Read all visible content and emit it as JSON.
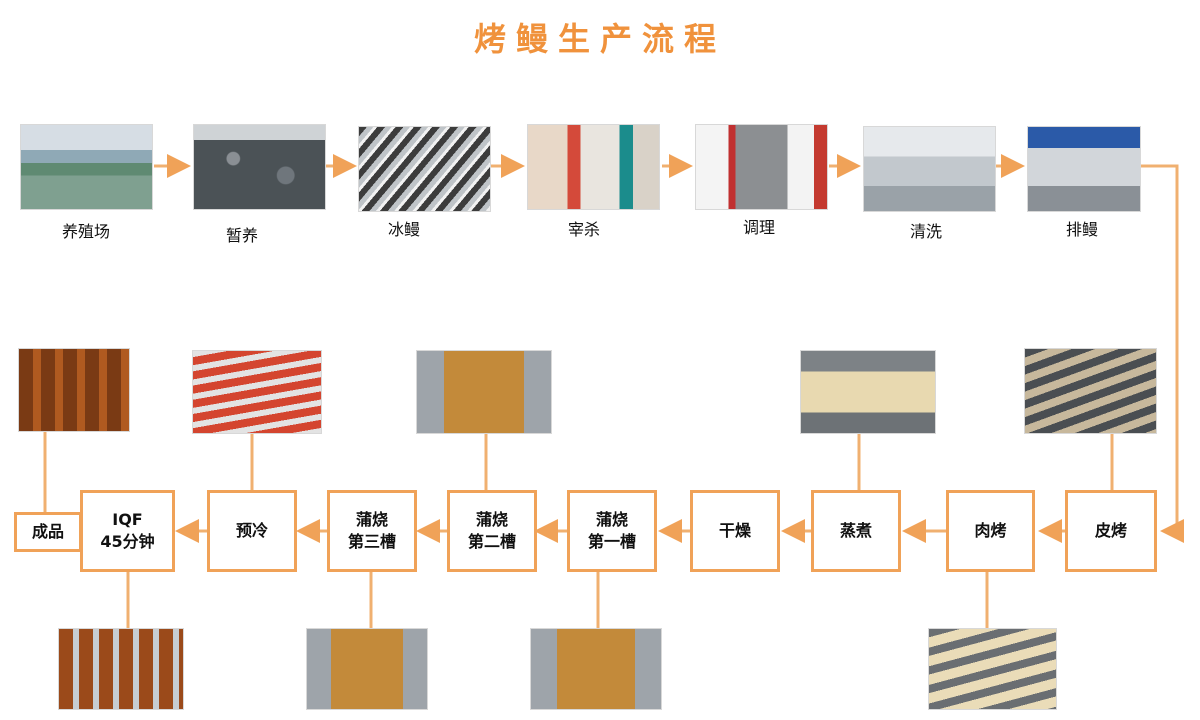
{
  "title": "烤鳗生产流程",
  "top_steps": [
    "养殖场",
    "暂养",
    "冰鳗",
    "宰杀",
    "调理",
    "清洗",
    "排鳗"
  ],
  "flow_boxes": {
    "pi_kao": "皮烤",
    "rou_kao": "肉烤",
    "zheng_zhu": "蒸煮",
    "gan_zao": "干燥",
    "cao1_line1": "蒲烧",
    "cao1_line2": "第一槽",
    "cao2_line1": "蒲烧",
    "cao2_line2": "第二槽",
    "cao3_line1": "蒲烧",
    "cao3_line2": "第三槽",
    "yu_leng": "预冷",
    "iqf_line1": "IQF",
    "iqf_line2": "45分钟",
    "cheng_pin": "成品"
  },
  "colors": {
    "accent": "#f0923c",
    "box_border": "#f0a258",
    "connector": "#f0b070"
  }
}
